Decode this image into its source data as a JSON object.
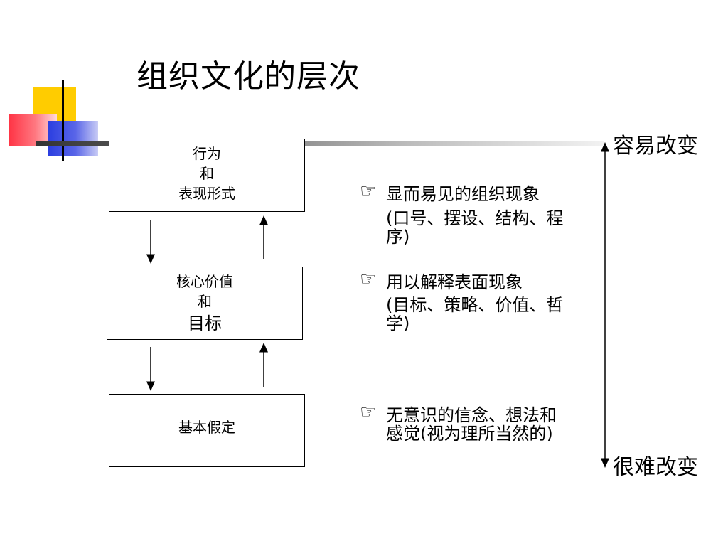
{
  "title": "组织文化的层次",
  "levels": [
    {
      "lines": [
        "行为",
        "和",
        "表现形式"
      ]
    },
    {
      "lines": [
        "核心价值",
        "和",
        "目标"
      ]
    },
    {
      "lines": [
        "基本假定"
      ]
    }
  ],
  "notes": [
    {
      "icon": "hand-pointing-icon",
      "line1": "显而易见的组织现象",
      "line2": "(口号、摆设、结构、程",
      "line3": "序)"
    },
    {
      "icon": "hand-pointing-icon",
      "line1": "用以解释表面现象",
      "line2": "(目标、策略、价值、哲",
      "line3": "学)"
    },
    {
      "icon": "hand-pointing-icon",
      "line1": "无意识的信念、想法和",
      "line2": "感觉(视为理所当然的)"
    }
  ],
  "scale": {
    "top_label": "容易改变",
    "bottom_label": "很难改变"
  },
  "colors": {
    "deco_yellow": "#ffcc00",
    "deco_red": "#ff3344",
    "deco_blue": "#2b3ee0"
  }
}
